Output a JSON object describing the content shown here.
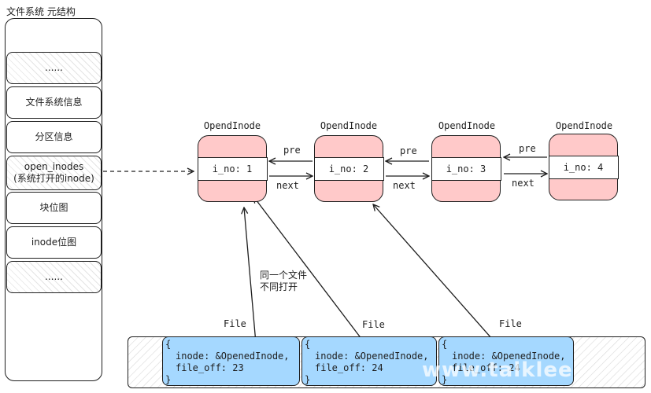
{
  "title": "文件系统  元结构",
  "fs_cells": [
    "......",
    "文件系统信息",
    "分区信息",
    "open_inodes\n(系统打开的inode)",
    "块位图",
    "inode位图",
    "......"
  ],
  "nodes": [
    {
      "label": "OpendInode",
      "value": "i_no: 1"
    },
    {
      "label": "OpendInode",
      "value": "i_no: 2"
    },
    {
      "label": "OpendInode",
      "value": "i_no: 3"
    },
    {
      "label": "OpendInode",
      "value": "i_no: 4"
    }
  ],
  "link_labels": {
    "pre": "pre",
    "next": "next"
  },
  "annotation": "同一个文件\n不同打开",
  "files": [
    {
      "label": "File",
      "open": "{",
      "line1": "inode: &OpenedInode,",
      "line2": "file_off: 23",
      "close": "}"
    },
    {
      "label": "File",
      "open": "{",
      "line1": "inode: &OpenedInode,",
      "line2": "file_off: 24",
      "close": "}"
    },
    {
      "label": "File",
      "open": "{",
      "line1": "inode: &OpenedInode,",
      "line2": "file_off: 24",
      "close": "}"
    }
  ],
  "watermark": "www.talklee",
  "colors": {
    "node_fill": "#ffc9c9",
    "file_fill": "#a5d8ff",
    "stroke": "#1e1e1e"
  }
}
